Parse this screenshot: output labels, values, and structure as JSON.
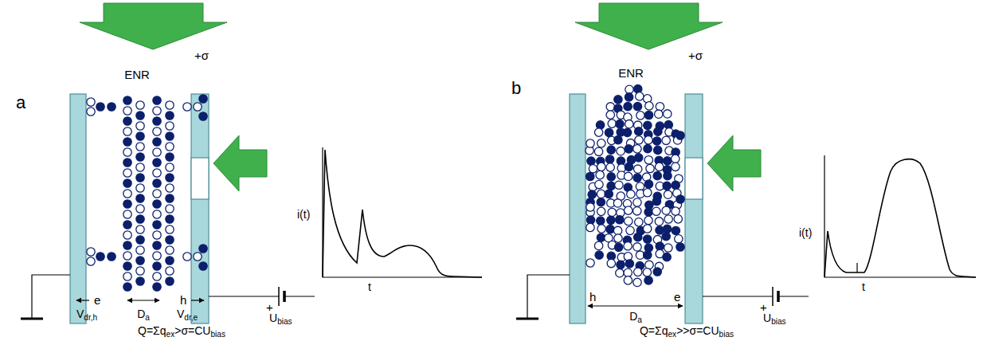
{
  "diagram": {
    "labels": [
      "a",
      "ENR",
      "+σ",
      "e",
      "h",
      "V",
      "dr,h",
      "D",
      "a",
      "V",
      "dr,e",
      "i(t)",
      "t",
      "+",
      "U",
      "bias",
      "Q=Σq",
      "ex",
      ">σ=CU",
      "bias",
      "b",
      "ENR",
      "+σ",
      "h",
      "e",
      "D",
      "a",
      "i(t)",
      "t",
      "+",
      "U",
      "bias",
      "Q=Σq",
      "ex",
      ">>σ=CU",
      "bias"
    ]
  }
}
